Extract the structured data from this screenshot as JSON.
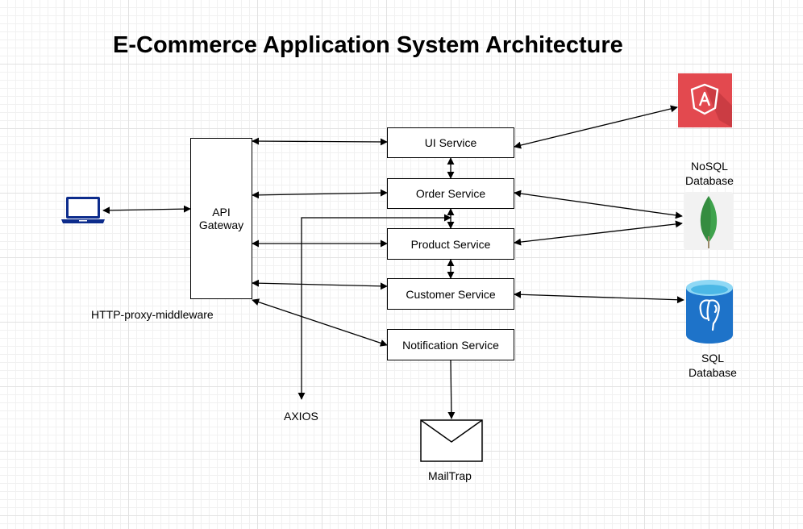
{
  "title": "E-Commerce Application System Architecture",
  "gateway": {
    "line1": "API",
    "line2": "Gateway",
    "caption": "HTTP-proxy-middleware"
  },
  "services": {
    "ui": "UI Service",
    "order": "Order Service",
    "product": "Product Service",
    "customer": "Customer Service",
    "notification": "Notification Service"
  },
  "external": {
    "axios": "AXIOS",
    "mailtrap": "MailTrap",
    "nosql_line1": "NoSQL",
    "nosql_line2": "Database",
    "sql_line1": "SQL",
    "sql_line2": "Database"
  },
  "icons": {
    "laptop": "laptop-icon",
    "angular": "angular-logo",
    "mongodb": "mongodb-logo",
    "postgres": "postgresql-database-icon",
    "mail": "envelope-icon"
  },
  "colors": {
    "laptop": "#0d2c8c",
    "angular_bg": "#e3494f",
    "angular_shadow": "#b8313a",
    "mongo_leaf": "#3fa34d",
    "mongo_leaf_dark": "#2d7a36",
    "sql_blue": "#1e73c9",
    "sql_light": "#66c9f0"
  }
}
